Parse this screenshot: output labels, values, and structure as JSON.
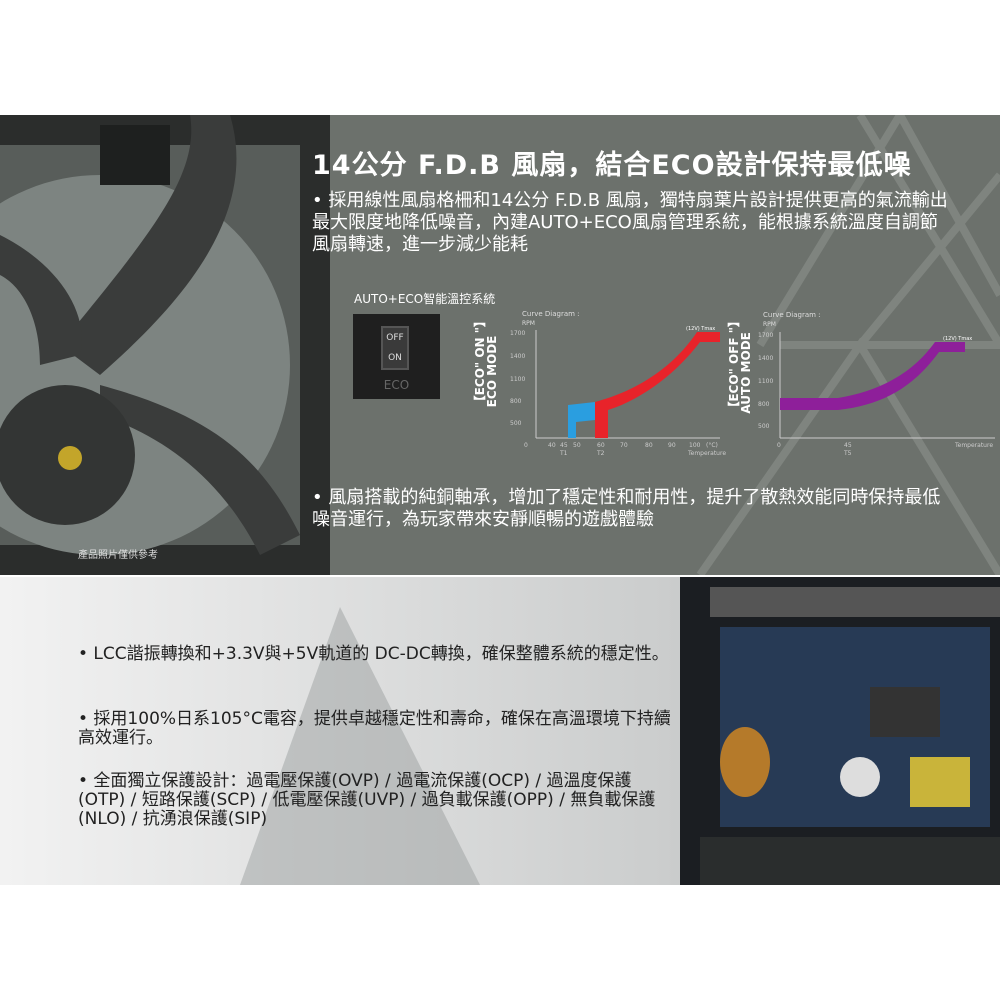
{
  "heading": "14公分 F.D.B 風扇，結合ECO設計保持最低噪",
  "para1": "• 採用線性風扇格柵和14公分 F.D.B 風扇，獨特扇葉片設計提供更高的氣流輸出最大限度地降低噪音，內建AUTO+ECO風扇管理系統，能根據系統溫度自調節風扇轉速，進一步減少能耗",
  "eco_title": "AUTO+ECO智能溫控系統",
  "switch": {
    "off": "OFF",
    "on": "ON",
    "label": "ECO"
  },
  "chart_eco": {
    "side_label_1": "【ECO\" ON \"】",
    "side_label_2": "ECO MODE",
    "title": "Curve Diagram :",
    "ylabel": "RPM",
    "yticks": [
      "1700",
      "1400",
      "1100",
      "800",
      "500"
    ],
    "xticks": [
      "0",
      "40",
      "45",
      "50",
      "60",
      "70",
      "80",
      "90",
      "100",
      "(°C)"
    ],
    "t1": "T1",
    "t2": "T2",
    "xlabel": "Temperature",
    "max_label": "(12V) Tmax",
    "colors": {
      "eco": "#2a9ee0",
      "temp": "#e8232a"
    }
  },
  "chart_auto": {
    "side_label_1": "【ECO\" OFF \"】",
    "side_label_2": "AUTO MODE",
    "title": "Curve Diagram :",
    "ylabel": "RPM",
    "yticks": [
      "1700",
      "1400",
      "1100",
      "800",
      "500"
    ],
    "xticks": [
      "0",
      "45"
    ],
    "t5": "T5",
    "xlabel": "Temperature",
    "max_label": "(12V) Tmax",
    "color": "#8e1f9a"
  },
  "para2": "• 風扇搭載的純銅軸承，增加了穩定性和耐用性，提升了散熱效能同時保持最低噪音運行，為玩家帶來安靜順暢的遊戲體驗",
  "photo_note": "產品照片僅供參考",
  "bullets": [
    "• LCC諧振轉換和+3.3V與+5V軌道的 DC-DC轉換，確保整體系統的穩定性。",
    "• 採用100%日系105°C電容，提供卓越穩定性和壽命，確保在高溫環境下持續高效運行。",
    "• 全面獨立保護設計：過電壓保護(OVP) / 過電流保護(OCP) / 過溫度保護(OTP) / 短路保護(SCP) / 低電壓保護(UVP) / 過負載保護(OPP) / 無負載保護(NLO) / 抗湧浪保護(SIP)"
  ]
}
